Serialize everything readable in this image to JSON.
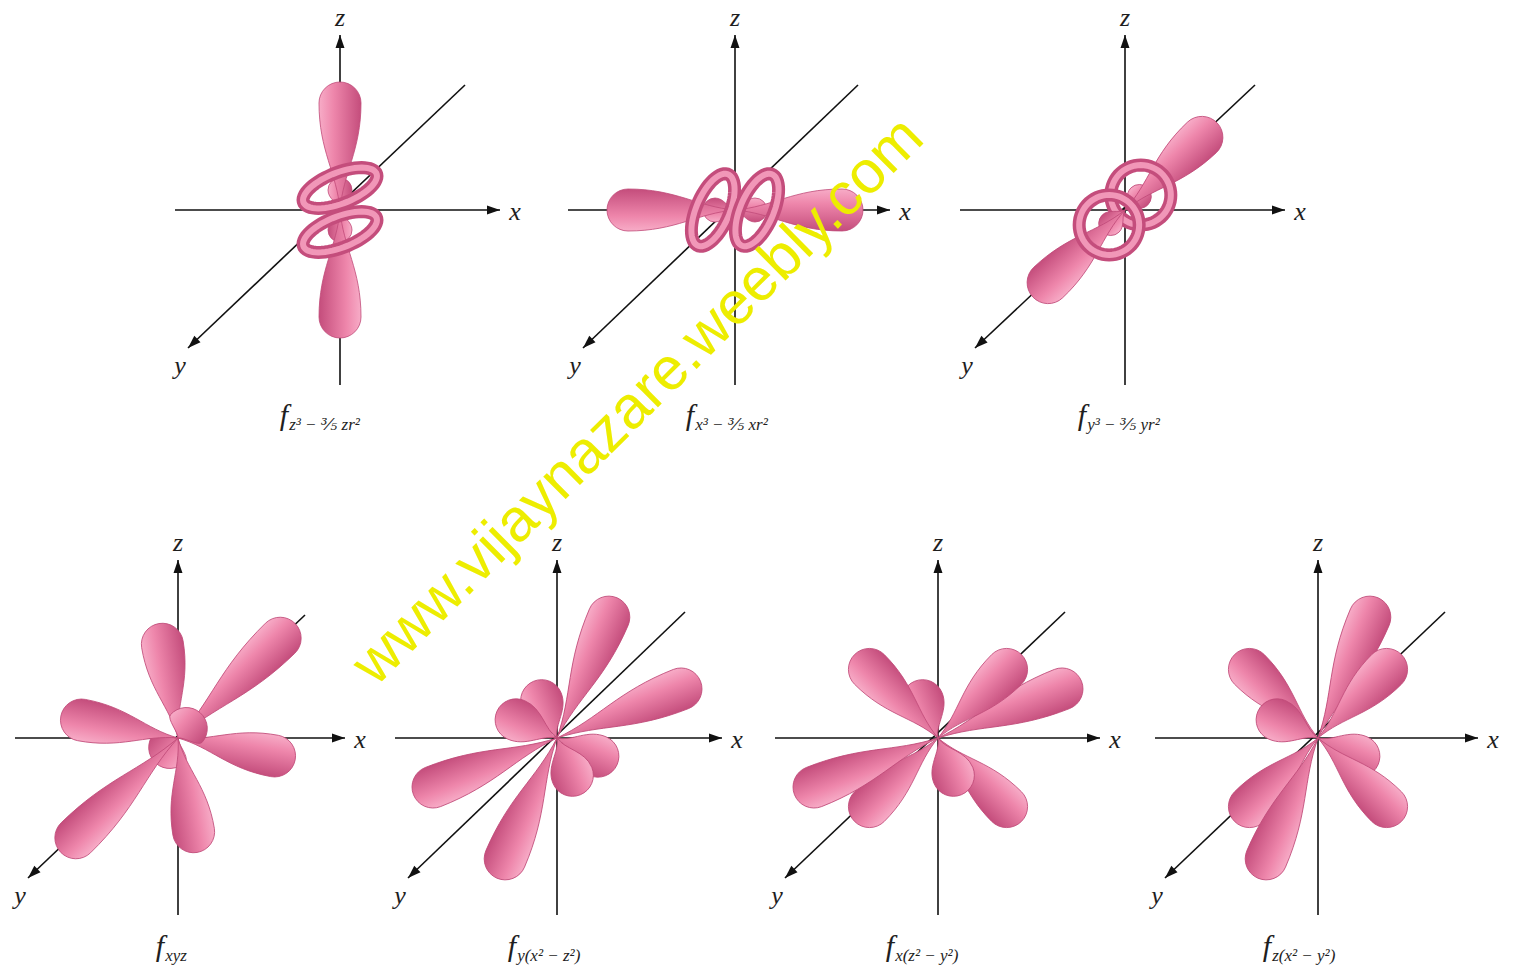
{
  "diagram": {
    "labels": [
      "z",
      "x",
      "y",
      "f",
      "z³ − ⅗ zr²",
      "z",
      "x",
      "y",
      "f",
      "x³ − ⅗ xr²",
      "z",
      "x",
      "y",
      "f",
      "y³ − ⅗ yr²",
      "z",
      "x",
      "y",
      "f",
      "xyz",
      "z",
      "x",
      "y",
      "f",
      "y(x² − z²)",
      "z",
      "x",
      "y",
      "f",
      "x(z² − y²)",
      "z",
      "x",
      "y",
      "f",
      "z(x² − y²)",
      "www.vijaynazare.weebly.com"
    ]
  }
}
